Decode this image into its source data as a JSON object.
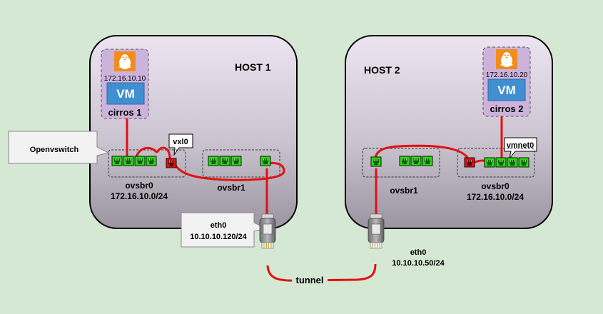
{
  "colors": {
    "background": "#d5e8d4",
    "host_fill_top": "#ece4f1",
    "host_fill_bottom": "#9a95a0",
    "wire": "#e21010",
    "port_green": "#22e00a",
    "port_red": "#e21010",
    "vm_blue": "#3f8fd1",
    "linux_orange": "#f28c1c"
  },
  "host1": {
    "title": "HOST 1",
    "vm": {
      "ip": "172.16.10.10",
      "label": "VM",
      "name": "cirros 1"
    },
    "callout": "Openvswitch",
    "vxlan_label": "vxl0",
    "bridge0": {
      "name": "ovsbr0",
      "subnet": "172.16.10.0/24"
    },
    "bridge1": {
      "name": "ovsbr1"
    },
    "nic": {
      "name": "eth0",
      "ip": "10.10.10.120/24"
    }
  },
  "host2": {
    "title": "HOST 2",
    "vm": {
      "ip": "172.16.10.20",
      "label": "VM",
      "name": "cirros 2"
    },
    "vmnet_label": "vmnet0",
    "bridge0": {
      "name": "ovsbr0",
      "subnet": "172.16.10.0/24"
    },
    "bridge1": {
      "name": "ovsbr1"
    },
    "nic": {
      "name": "eth0",
      "ip": "10.10.10.50/24"
    }
  },
  "tunnel_label": "tunnel",
  "icons": {
    "linux": "linux-tux-icon",
    "port": "ethernet-port-icon",
    "plug": "rj45-plug-icon"
  }
}
